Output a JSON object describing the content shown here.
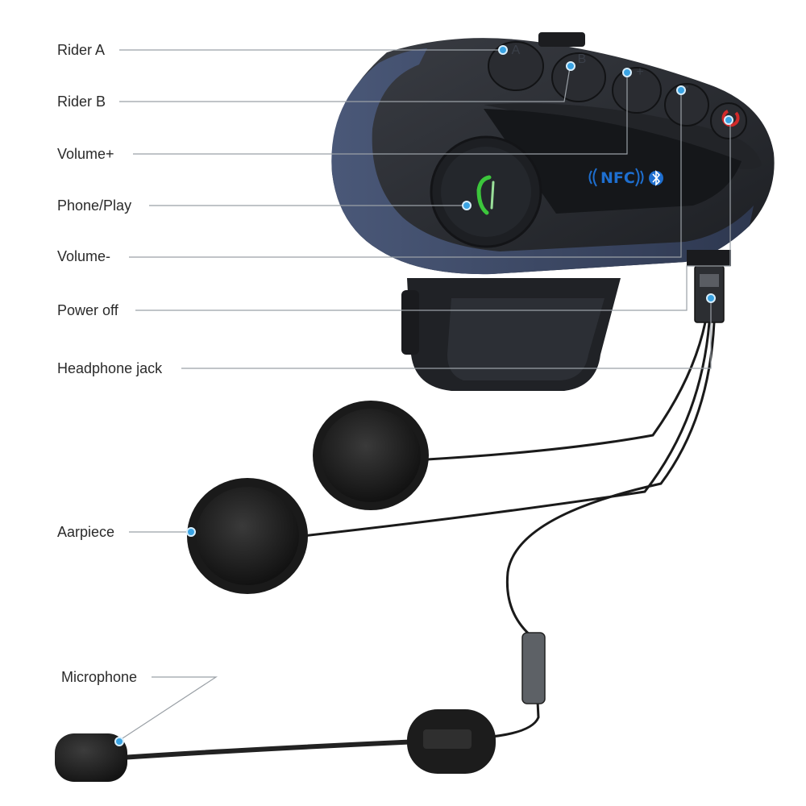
{
  "callouts": [
    {
      "id": "rider-a",
      "text": "Rider A"
    },
    {
      "id": "rider-b",
      "text": "Rider B"
    },
    {
      "id": "volume-plus",
      "text": "Volume+"
    },
    {
      "id": "phone-play",
      "text": "Phone/Play"
    },
    {
      "id": "volume-minus",
      "text": "Volume-"
    },
    {
      "id": "power-off",
      "text": "Power off"
    },
    {
      "id": "headphone-jack",
      "text": "Headphone jack"
    },
    {
      "id": "earpiece",
      "text": "Aarpiece"
    },
    {
      "id": "microphone",
      "text": "Microphone"
    }
  ],
  "device": {
    "button_letters": [
      "A",
      "B",
      "+",
      "-"
    ],
    "nfc_text": "NFC"
  },
  "icons": {
    "bluetooth": "bluetooth-icon",
    "nfc_waves": "nfc-wave-icon",
    "phone": "phone-icon",
    "callout_marker": "callout-dot-icon"
  },
  "colors": {
    "device_body": "#2b2e33",
    "device_trim": "#3d4a66",
    "callout_dot": "#3aa3e3",
    "leader_line": "#9aa0a6",
    "nfc_blue": "#1e6fd0",
    "phone_green": "#3cc63c",
    "power_red": "#d22a2a"
  }
}
